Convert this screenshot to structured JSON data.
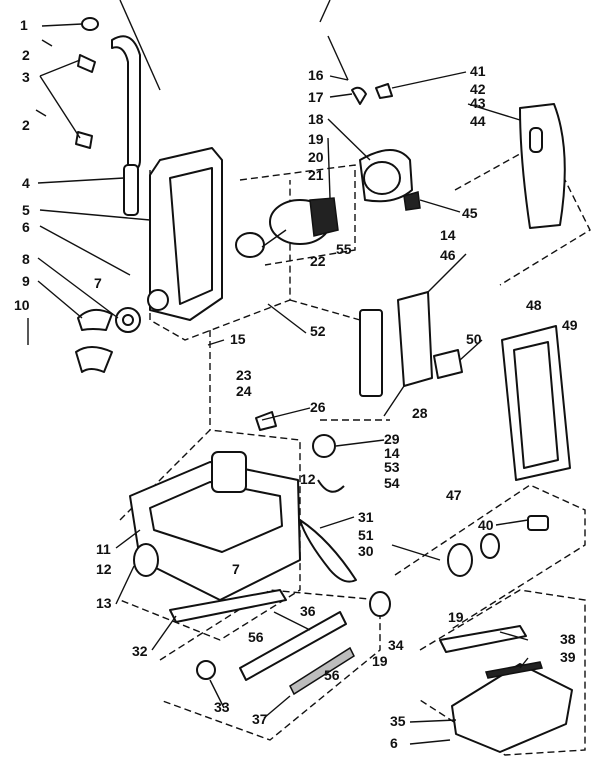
{
  "diagram": {
    "callouts": [
      {
        "id": "c1",
        "text": "1"
      },
      {
        "id": "c2a",
        "text": "2"
      },
      {
        "id": "c3",
        "text": "3"
      },
      {
        "id": "c2b",
        "text": "2"
      },
      {
        "id": "c4",
        "text": "4"
      },
      {
        "id": "c5",
        "text": "5"
      },
      {
        "id": "c6a",
        "text": "6"
      },
      {
        "id": "c8",
        "text": "8"
      },
      {
        "id": "c7a",
        "text": "7"
      },
      {
        "id": "c9",
        "text": "9"
      },
      {
        "id": "c10",
        "text": "10"
      },
      {
        "id": "c16",
        "text": "16"
      },
      {
        "id": "c17",
        "text": "17"
      },
      {
        "id": "c18",
        "text": "18"
      },
      {
        "id": "c19a",
        "text": "19"
      },
      {
        "id": "c20",
        "text": "20"
      },
      {
        "id": "c21",
        "text": "21"
      },
      {
        "id": "c55",
        "text": "55"
      },
      {
        "id": "c22",
        "text": "22"
      },
      {
        "id": "c15",
        "text": "15"
      },
      {
        "id": "c52",
        "text": "52"
      },
      {
        "id": "c41",
        "text": "41"
      },
      {
        "id": "c42",
        "text": "42"
      },
      {
        "id": "c43",
        "text": "43"
      },
      {
        "id": "c44",
        "text": "44"
      },
      {
        "id": "c45",
        "text": "45"
      },
      {
        "id": "c14a",
        "text": "14"
      },
      {
        "id": "c46",
        "text": "46"
      },
      {
        "id": "c48",
        "text": "48"
      },
      {
        "id": "c49",
        "text": "49"
      },
      {
        "id": "c50",
        "text": "50"
      },
      {
        "id": "c23",
        "text": "23"
      },
      {
        "id": "c24",
        "text": "24"
      },
      {
        "id": "c26",
        "text": "26"
      },
      {
        "id": "c28",
        "text": "28"
      },
      {
        "id": "c29",
        "text": "29"
      },
      {
        "id": "c14b",
        "text": "14"
      },
      {
        "id": "c53",
        "text": "53"
      },
      {
        "id": "c12a",
        "text": "12"
      },
      {
        "id": "c54",
        "text": "54"
      },
      {
        "id": "c47",
        "text": "47"
      },
      {
        "id": "c11",
        "text": "11"
      },
      {
        "id": "c12b",
        "text": "12"
      },
      {
        "id": "c13",
        "text": "13"
      },
      {
        "id": "c7b",
        "text": "7"
      },
      {
        "id": "c31",
        "text": "31"
      },
      {
        "id": "c51",
        "text": "51"
      },
      {
        "id": "c30",
        "text": "30"
      },
      {
        "id": "c40",
        "text": "40"
      },
      {
        "id": "c19b",
        "text": "19"
      },
      {
        "id": "c36",
        "text": "36"
      },
      {
        "id": "c32",
        "text": "32"
      },
      {
        "id": "c56a",
        "text": "56"
      },
      {
        "id": "c19c",
        "text": "19"
      },
      {
        "id": "c34",
        "text": "34"
      },
      {
        "id": "c38",
        "text": "38"
      },
      {
        "id": "c39",
        "text": "39"
      },
      {
        "id": "c56b",
        "text": "56"
      },
      {
        "id": "c33",
        "text": "33"
      },
      {
        "id": "c37",
        "text": "37"
      },
      {
        "id": "c35",
        "text": "35"
      },
      {
        "id": "c6b",
        "text": "6"
      }
    ]
  }
}
